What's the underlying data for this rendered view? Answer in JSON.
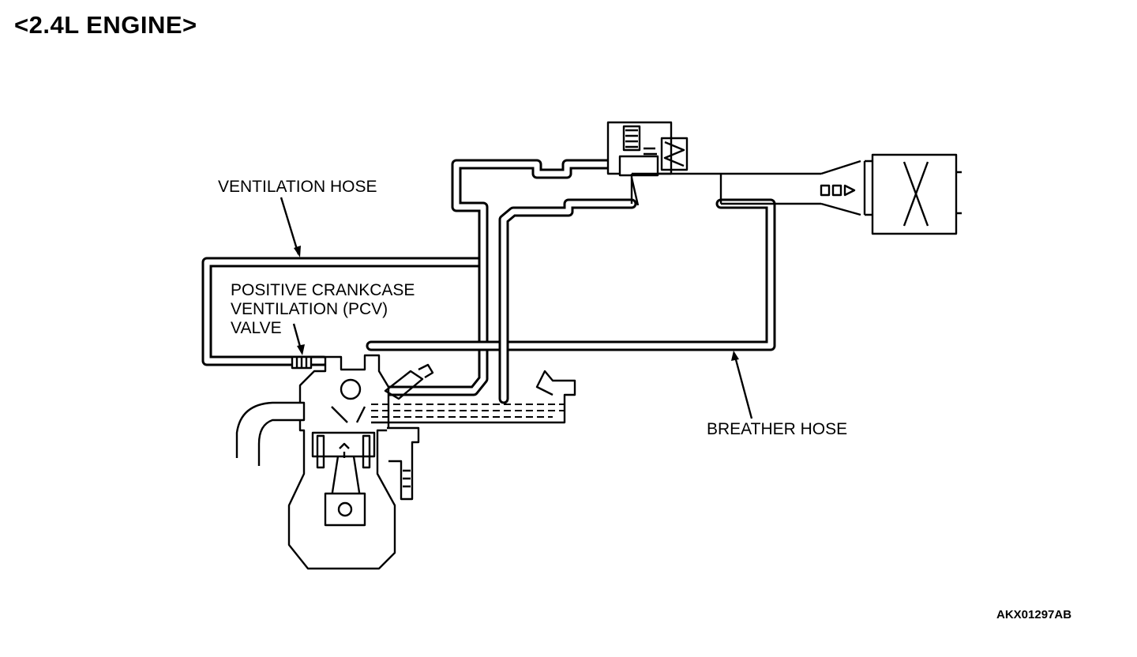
{
  "title": "<2.4L ENGINE>",
  "labels": {
    "ventilation_hose": "VENTILATION HOSE",
    "pcv_valve_line1": "POSITIVE CRANKCASE",
    "pcv_valve_line2": "VENTILATION (PCV)",
    "pcv_valve_line3": "VALVE",
    "breather_hose": "BREATHER HOSE"
  },
  "figure_code": "AKX01297AB"
}
